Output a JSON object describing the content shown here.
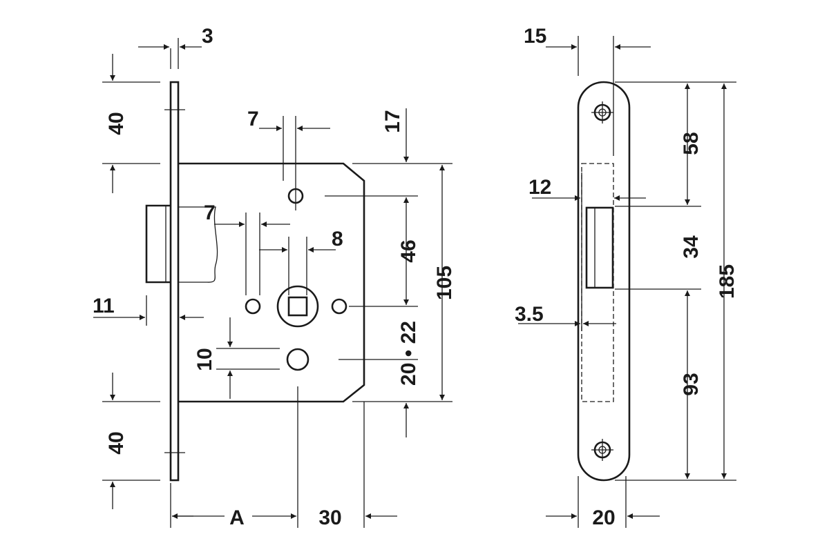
{
  "front_view": {
    "dim_faceplate_thickness": "3",
    "dim_top_strike": "40",
    "dim_bottom_strike": "40",
    "dim_keyhole_width": "7",
    "dim_top_offset": "17",
    "dim_latch_hole": "7",
    "dim_square_follower": "8",
    "dim_upper_spacing": "46",
    "dim_case_height": "105",
    "dim_backset_offset": "11",
    "dim_cylinder_hole": "10",
    "dim_lower_spacing": "20 • 22",
    "dim_backset": "A",
    "dim_case_depth": "30"
  },
  "side_view": {
    "dim_top_width": "15",
    "dim_latch_width": "12",
    "dim_upper_length": "58",
    "dim_latch_height": "34",
    "dim_total_length": "185",
    "dim_plate_offset": "3.5",
    "dim_lower_length": "93",
    "dim_plate_width": "20"
  },
  "colors": {
    "line": "#1a1a1a",
    "background": "#ffffff"
  }
}
